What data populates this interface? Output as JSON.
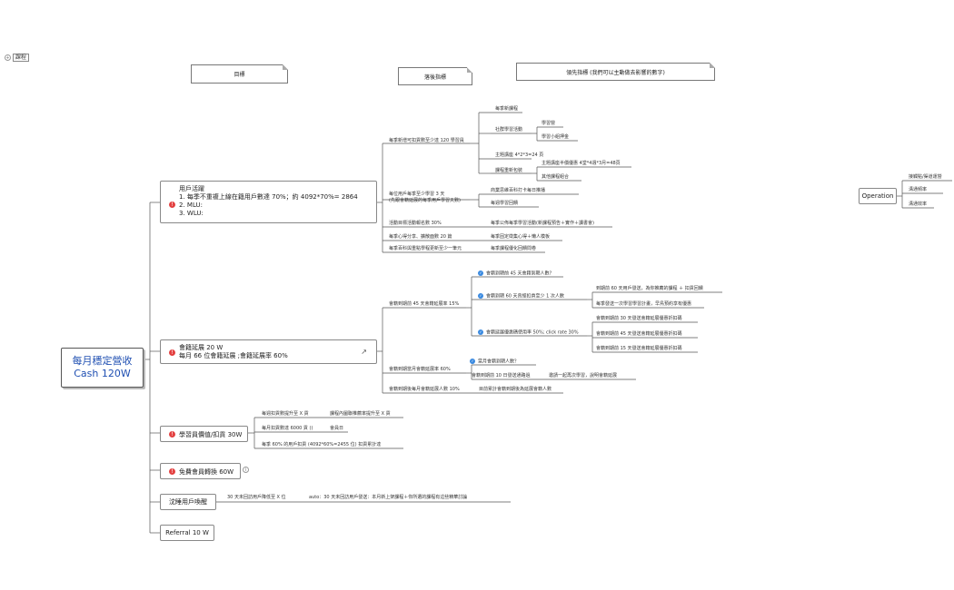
{
  "top_left_label": "課程",
  "headers": {
    "goal": "目標",
    "lagging": "落後指標",
    "leading": "領先指標 (我們可以主動做去影響的數字)"
  },
  "root": {
    "line1": "每月穩定營收",
    "line2": "Cash 120W"
  },
  "active_users": {
    "title": "用戶活躍",
    "lines": [
      "1. 每季不重複上線在籍用戶數達 70%；約 4092*70%= 2864",
      "2. MLU:",
      "3. WLU:"
    ],
    "lag": [
      "每季新增可扣貢數至少達 120 學習員",
      "每位用戶每季至少學習 3 天",
      "(先跟會籍延展的每季用戶學習天數)",
      "活動目標活動報名數 30%",
      "每季心得分享、擴散面數 20 篇",
      "每季百科與重點學程更新至少一筆元"
    ],
    "lead": {
      "new_course": "每季新課程",
      "community": "社群學習活動",
      "study_meeting": "學習營",
      "study_group": "學習小組押金",
      "topic": "主題講座 4*2*3=24 頁",
      "repackage": "課程重新包裝",
      "repack_promo": "主題講座半價優惠 4堂*4週*3月=48頁",
      "repack_other": "其他課程組合",
      "daily_push": "商業思維百科打卡每日推播",
      "daily_goal": "每週學習回饋",
      "activity_publish": "每季公佈每季學習活動(新課程預告＋實作＋讀書會)",
      "share_template": "每季固定徵集心得＋懶人模板",
      "course_update": "每季課程優化回饋問卷"
    }
  },
  "renewal": {
    "line1": "會籍延展 20 W",
    "line2": "每月 66 位會籍延展 ;會籍延展率 60%",
    "lag": [
      "會籍到期前 45 天會籍延展率 15%",
      "會籍到期當月會籍延展率 60%",
      "會籍到期後每月會籍延展人數 10%"
    ],
    "q1": "會籍到期前 45 天會籍到期人數?",
    "q2": "會籍到期 60 天曾經扣貢至少 1 次人數",
    "q2a": "到期前 60 天用戶發送，為你推薦的課程 ＋ 扣貢回饋",
    "q2b": "每季發送一次學習學習計畫，早鳥預約享有優惠",
    "q3": "會籍延展優惠碼使用率 50%; click rate 30%",
    "q3a": "會籍到期前 30 天發送會籍延展優惠折扣碼",
    "q3b": "會籍到期前 45 天發送會籍延展優惠折扣碼",
    "q3c": "會籍到期前 15 天發送會籍延展優惠折扣碼",
    "m1": "當月會籍到期人數？",
    "m2": "會籍到期前 10 日發送通路過",
    "m2a": "邀請一起再次學習，說明會籍延展",
    "after": "目前累計會籍到期後為延展會籍人數"
  },
  "learner_value": {
    "title": "學習員價值/扣貢 30W",
    "items": [
      "每週扣貢數提升至 X 貢",
      "每月扣貢數達 6000 貢 ()",
      "每季 60% 的用戶扣貢 (4092*60%=2455 位) 扣貢累計達"
    ],
    "sub0": "課程內圖聯推薦率提升至 X 貢",
    "sub1": "會員日"
  },
  "free_conversion": {
    "title": "免費會員轉換 60W"
  },
  "dormant": {
    "title": "沈睡用戶喚醒",
    "text": "30 天未回訪用戶降低至 X 位",
    "auto": "auto：30 天未回訪用戶發送：本月新上架課程＋你所選的課程有這些精華討論"
  },
  "referral": {
    "title": "Referral 10 W"
  },
  "operation": {
    "title": "Operation",
    "items": [
      "接觸點/渠道運營",
      "溝通頻率",
      "溝通效率"
    ]
  }
}
